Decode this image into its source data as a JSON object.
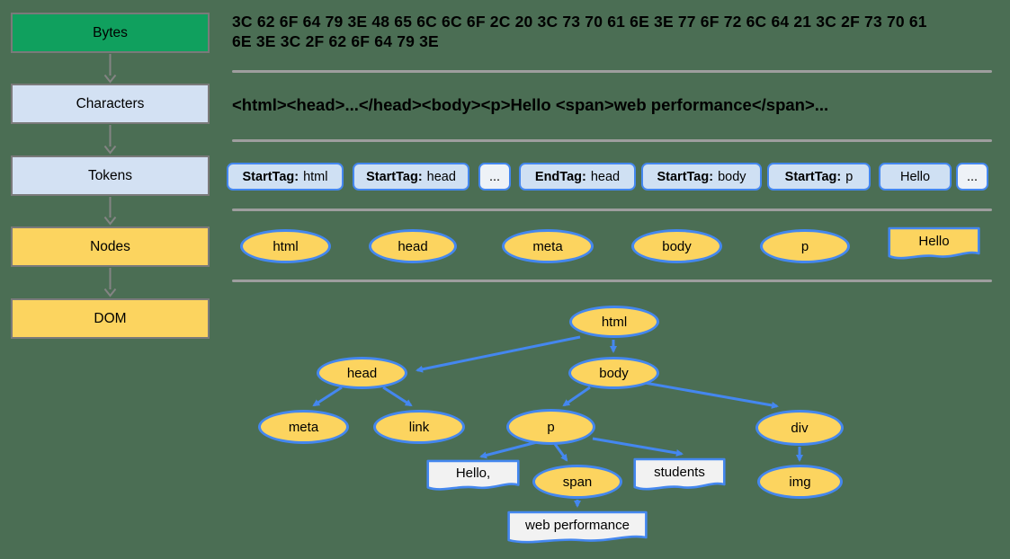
{
  "colors": {
    "background": "#4b6e54",
    "accent": "#4487ef",
    "green": "#10a05e",
    "lightblue": "#d3e1f3",
    "tokenblue": "#cfe0f3",
    "yellow": "#fcd45f",
    "graynode": "#f2f2f2",
    "ellipsis_fill": "#eef2f7",
    "divider": "#9e9e9e",
    "boxborder": "#7a7a7a",
    "text": "#111111"
  },
  "pipeline": {
    "stages": [
      {
        "label": "Bytes"
      },
      {
        "label": "Characters"
      },
      {
        "label": "Tokens"
      },
      {
        "label": "Nodes"
      },
      {
        "label": "DOM"
      }
    ]
  },
  "bytes": {
    "line1": "3C 62 6F 64 79 3E 48 65 6C 6C 6F 2C 20 3C 73 70 61 6E 3E 77 6F 72 6C 64 21 3C 2F 73 70 61",
    "line2": "6E 3E 3C 2F 62 6F 64 79 3E"
  },
  "characters": {
    "text": "<html><head>...</head><body><p>Hello <span>web performance</span>..."
  },
  "tokens": [
    {
      "bold": "StartTag:",
      "rest": "html"
    },
    {
      "bold": "StartTag:",
      "rest": "head"
    },
    {
      "bold": "",
      "rest": "..."
    },
    {
      "bold": "EndTag:",
      "rest": "head"
    },
    {
      "bold": "StartTag:",
      "rest": "body"
    },
    {
      "bold": "StartTag:",
      "rest": "p"
    },
    {
      "bold": "",
      "rest": "Hello"
    },
    {
      "bold": "",
      "rest": "..."
    }
  ],
  "nodes_row": {
    "html": "html",
    "head": "head",
    "meta": "meta",
    "body": "body",
    "p": "p",
    "hello": "Hello"
  },
  "dom": {
    "html": "html",
    "head": "head",
    "body": "body",
    "meta": "meta",
    "link": "link",
    "p": "p",
    "div": "div",
    "hello": "Hello,",
    "span": "span",
    "students": "students",
    "img": "img",
    "webperf": "web performance"
  }
}
